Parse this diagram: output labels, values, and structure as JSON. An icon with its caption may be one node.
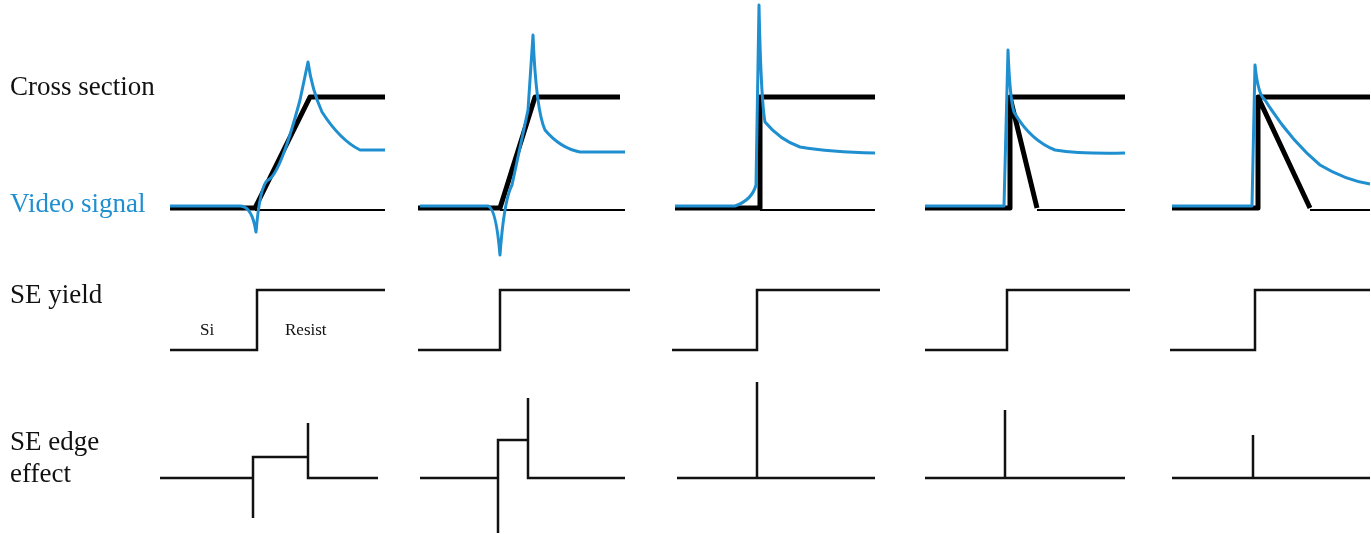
{
  "diagram": {
    "labels": [
      "Cross section",
      "Video signal",
      "SE yield",
      "Si",
      "Resist",
      "SE edge effect"
    ]
  }
}
